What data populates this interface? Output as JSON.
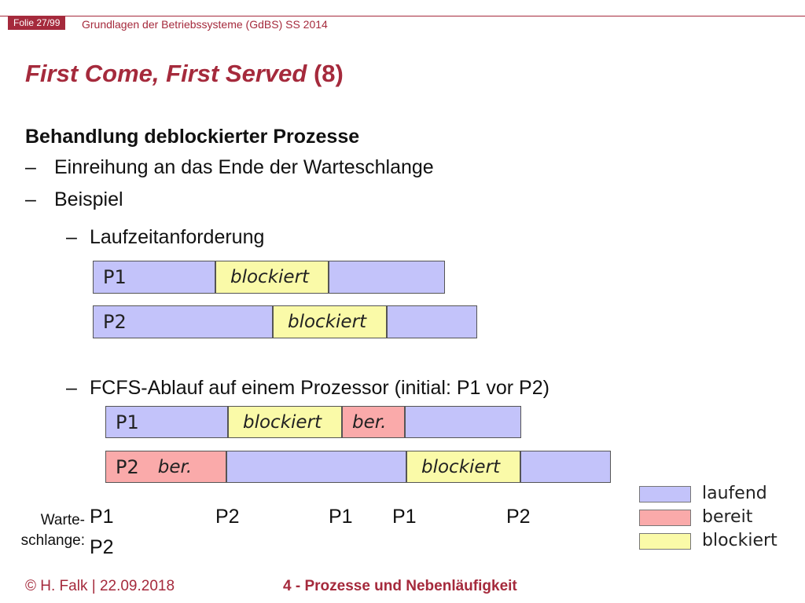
{
  "header": {
    "slide_number": "Folie 27/99",
    "course": "Grundlagen der Betriebssysteme (GdBS) SS 2014"
  },
  "title": {
    "italic": "First Come, First Served",
    "suffix": "(8)"
  },
  "section_heading": "Behandlung deblockierter Prozesse",
  "bullets": [
    {
      "dash": "–",
      "text": "Einreihung an das Ende der Warteschlange"
    },
    {
      "dash": "–",
      "text": "Beispiel"
    }
  ],
  "sub_bullets": [
    {
      "dash": "–",
      "text": "Laufzeitanforderung"
    },
    {
      "dash": "–",
      "text": "FCFS-Ablauf auf einem Prozessor (initial: P1 vor P2)"
    }
  ],
  "request_bars": [
    {
      "label": "P1",
      "segments": [
        {
          "state": "laufend",
          "text": ""
        },
        {
          "state": "blockiert",
          "text": "blockiert"
        },
        {
          "state": "laufend",
          "text": ""
        }
      ]
    },
    {
      "label": "P2",
      "segments": [
        {
          "state": "laufend",
          "text": ""
        },
        {
          "state": "blockiert",
          "text": "blockiert"
        },
        {
          "state": "laufend",
          "text": ""
        }
      ]
    }
  ],
  "schedule_bars": [
    {
      "label": "P1",
      "segments": [
        {
          "state": "laufend",
          "text": ""
        },
        {
          "state": "blockiert",
          "text": "blockiert"
        },
        {
          "state": "bereit",
          "text": "ber."
        },
        {
          "state": "laufend",
          "text": ""
        }
      ]
    },
    {
      "label": "P2",
      "segments": [
        {
          "state": "bereit",
          "text": "ber."
        },
        {
          "state": "laufend",
          "text": ""
        },
        {
          "state": "blockiert",
          "text": "blockiert"
        },
        {
          "state": "laufend",
          "text": ""
        }
      ]
    }
  ],
  "queue": {
    "label_line1": "Warte-",
    "label_line2": "schlange:",
    "entries": [
      "P1",
      "P2",
      "P1",
      "P1",
      "P2"
    ],
    "second_row": "P2"
  },
  "legend": [
    {
      "label": "laufend",
      "color": "#c3c3fa"
    },
    {
      "label": "bereit",
      "color": "#faaaaa"
    },
    {
      "label": "blockiert",
      "color": "#fafaa8"
    }
  ],
  "footer": {
    "author_date": "© H. Falk | 22.09.2018",
    "chapter": "4 - Prozesse und Nebenläufigkeit"
  }
}
